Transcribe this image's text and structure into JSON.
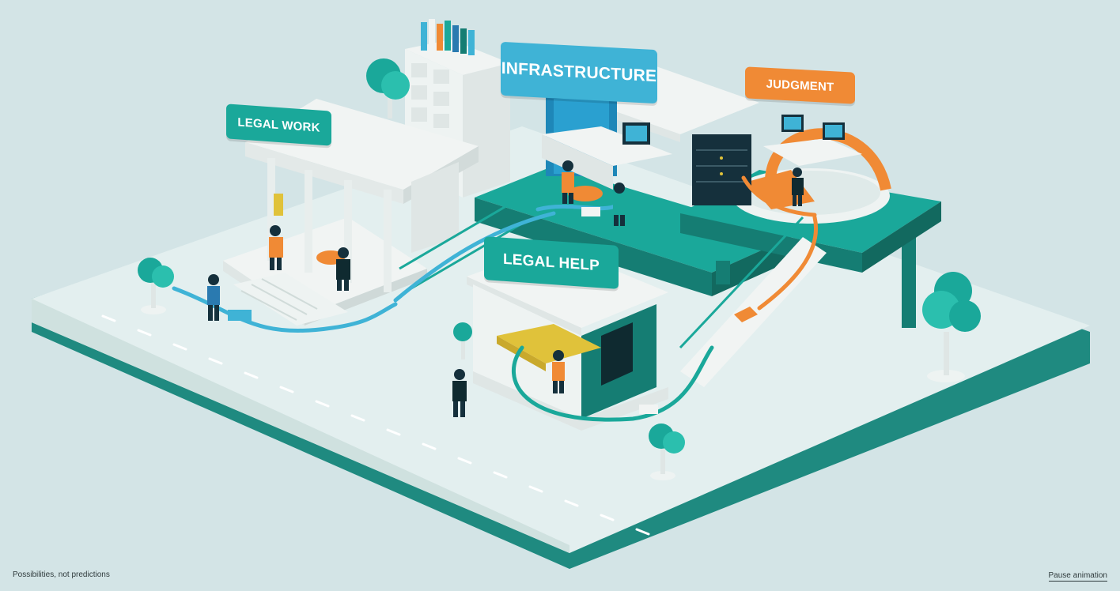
{
  "signs": {
    "legal_work": "LEGAL WORK",
    "infrastructure": "INFRASTRUCTURE",
    "judgment": "JUDGMENT",
    "legal_help": "LEGAL HELP"
  },
  "footer": {
    "tagline": "Possibilities, not predictions",
    "pause_label": "Pause animation"
  },
  "colors": {
    "background": "#d3e4e6",
    "platform_top": "#e3efef",
    "platform_edge": "#1f8a80",
    "teal": "#1aa89a",
    "dark_teal": "#157d73",
    "sky_blue": "#3fb3d6",
    "orange": "#f08a35",
    "yellow": "#e0c23a",
    "building_white": "#f1f4f3",
    "navy": "#15303c"
  }
}
